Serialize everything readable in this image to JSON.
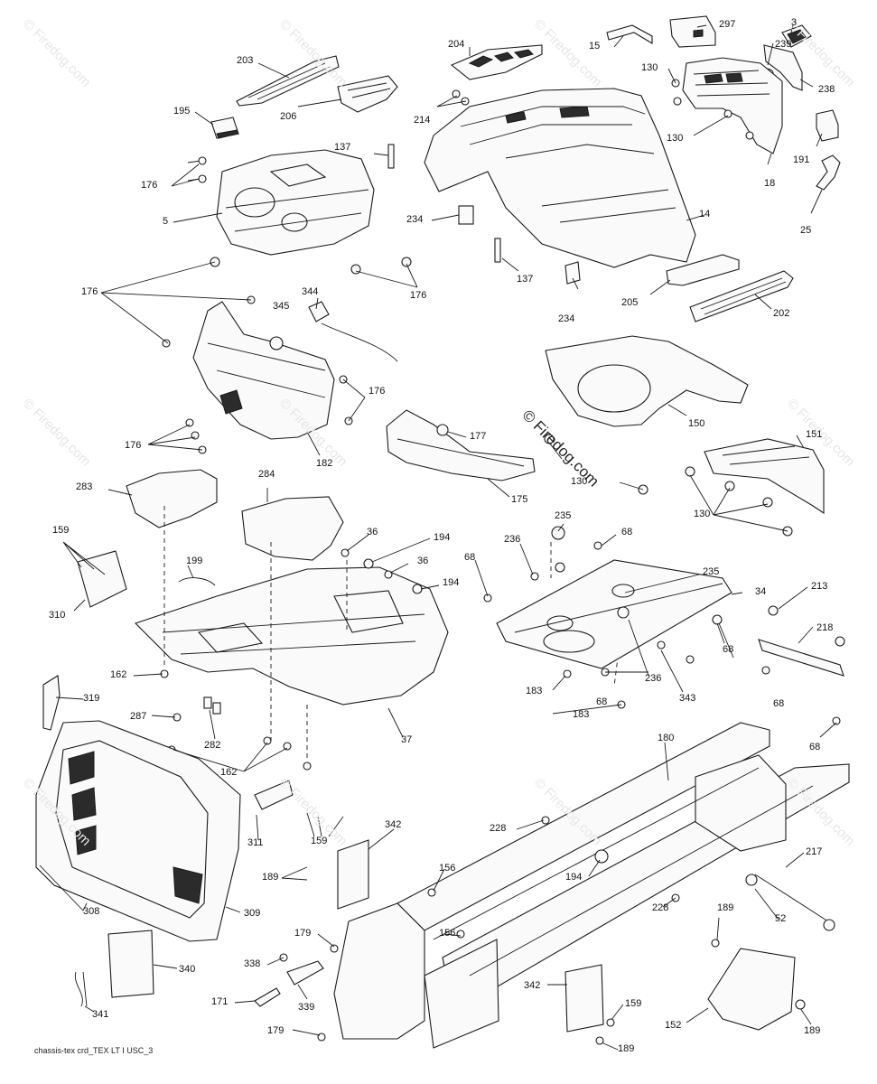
{
  "watermark": "© Firedog.com",
  "footer_code": "chassis-tex crd_TEX LT I USC_3",
  "part_labels": [
    {
      "key": "l297",
      "text": "297"
    },
    {
      "key": "l3",
      "text": "3"
    },
    {
      "key": "l15",
      "text": "15"
    },
    {
      "key": "l204",
      "text": "204"
    },
    {
      "key": "l203",
      "text": "203"
    },
    {
      "key": "l239",
      "text": "239"
    },
    {
      "key": "l238",
      "text": "238"
    },
    {
      "key": "l130a",
      "text": "130"
    },
    {
      "key": "l214",
      "text": "214"
    },
    {
      "key": "l206",
      "text": "206"
    },
    {
      "key": "l195",
      "text": "195"
    },
    {
      "key": "l130b",
      "text": "130"
    },
    {
      "key": "l191",
      "text": "191"
    },
    {
      "key": "l137a",
      "text": "137"
    },
    {
      "key": "l176a",
      "text": "176"
    },
    {
      "key": "l18",
      "text": "18"
    },
    {
      "key": "l5",
      "text": "5"
    },
    {
      "key": "l234a",
      "text": "234"
    },
    {
      "key": "l14",
      "text": "14"
    },
    {
      "key": "l25",
      "text": "25"
    },
    {
      "key": "l137b",
      "text": "137"
    },
    {
      "key": "l176b",
      "text": "176"
    },
    {
      "key": "l176c",
      "text": "176"
    },
    {
      "key": "l344",
      "text": "344"
    },
    {
      "key": "l345",
      "text": "345"
    },
    {
      "key": "l234b",
      "text": "234"
    },
    {
      "key": "l205",
      "text": "205"
    },
    {
      "key": "l202",
      "text": "202"
    },
    {
      "key": "l176d",
      "text": "176"
    },
    {
      "key": "l150",
      "text": "150"
    },
    {
      "key": "l151",
      "text": "151"
    },
    {
      "key": "l177",
      "text": "177"
    },
    {
      "key": "l176e",
      "text": "176"
    },
    {
      "key": "l182",
      "text": "182"
    },
    {
      "key": "l130c",
      "text": "130"
    },
    {
      "key": "l175",
      "text": "175"
    },
    {
      "key": "l130d",
      "text": "130"
    },
    {
      "key": "l283",
      "text": "283"
    },
    {
      "key": "l284",
      "text": "284"
    },
    {
      "key": "l235a",
      "text": "235"
    },
    {
      "key": "l68a",
      "text": "68"
    },
    {
      "key": "l159a",
      "text": "159"
    },
    {
      "key": "l36a",
      "text": "36"
    },
    {
      "key": "l194a",
      "text": "194"
    },
    {
      "key": "l236a",
      "text": "236"
    },
    {
      "key": "l68b",
      "text": "68"
    },
    {
      "key": "l199",
      "text": "199"
    },
    {
      "key": "l36b",
      "text": "36"
    },
    {
      "key": "l235b",
      "text": "235"
    },
    {
      "key": "l194b",
      "text": "194"
    },
    {
      "key": "l34",
      "text": "34"
    },
    {
      "key": "l213",
      "text": "213"
    },
    {
      "key": "l310",
      "text": "310"
    },
    {
      "key": "l218",
      "text": "218"
    },
    {
      "key": "l162a",
      "text": "162"
    },
    {
      "key": "l68c",
      "text": "68"
    },
    {
      "key": "l236b",
      "text": "236"
    },
    {
      "key": "l319",
      "text": "319"
    },
    {
      "key": "l183a",
      "text": "183"
    },
    {
      "key": "l68d",
      "text": "68"
    },
    {
      "key": "l343",
      "text": "343"
    },
    {
      "key": "l68e",
      "text": "68"
    },
    {
      "key": "l287",
      "text": "287"
    },
    {
      "key": "l183b",
      "text": "183"
    },
    {
      "key": "l37",
      "text": "37"
    },
    {
      "key": "l282",
      "text": "282"
    },
    {
      "key": "l180",
      "text": "180"
    },
    {
      "key": "l68f",
      "text": "68"
    },
    {
      "key": "l162b",
      "text": "162"
    },
    {
      "key": "l228a",
      "text": "228"
    },
    {
      "key": "l311",
      "text": "311"
    },
    {
      "key": "l159b",
      "text": "159"
    },
    {
      "key": "l342a",
      "text": "342"
    },
    {
      "key": "l217",
      "text": "217"
    },
    {
      "key": "l156a",
      "text": "156"
    },
    {
      "key": "l189a",
      "text": "189"
    },
    {
      "key": "l194c",
      "text": "194"
    },
    {
      "key": "l309",
      "text": "309"
    },
    {
      "key": "l52",
      "text": "52"
    },
    {
      "key": "l308",
      "text": "308"
    },
    {
      "key": "l228b",
      "text": "228"
    },
    {
      "key": "l189b",
      "text": "189"
    },
    {
      "key": "l179a",
      "text": "179"
    },
    {
      "key": "l156b",
      "text": "156"
    },
    {
      "key": "l338",
      "text": "338"
    },
    {
      "key": "l340",
      "text": "340"
    },
    {
      "key": "l342b",
      "text": "342"
    },
    {
      "key": "l171",
      "text": "171"
    },
    {
      "key": "l339",
      "text": "339"
    },
    {
      "key": "l159c",
      "text": "159"
    },
    {
      "key": "l152",
      "text": "152"
    },
    {
      "key": "l341",
      "text": "341"
    },
    {
      "key": "l179b",
      "text": "179"
    },
    {
      "key": "l189c",
      "text": "189"
    },
    {
      "key": "l189d",
      "text": "189"
    }
  ]
}
